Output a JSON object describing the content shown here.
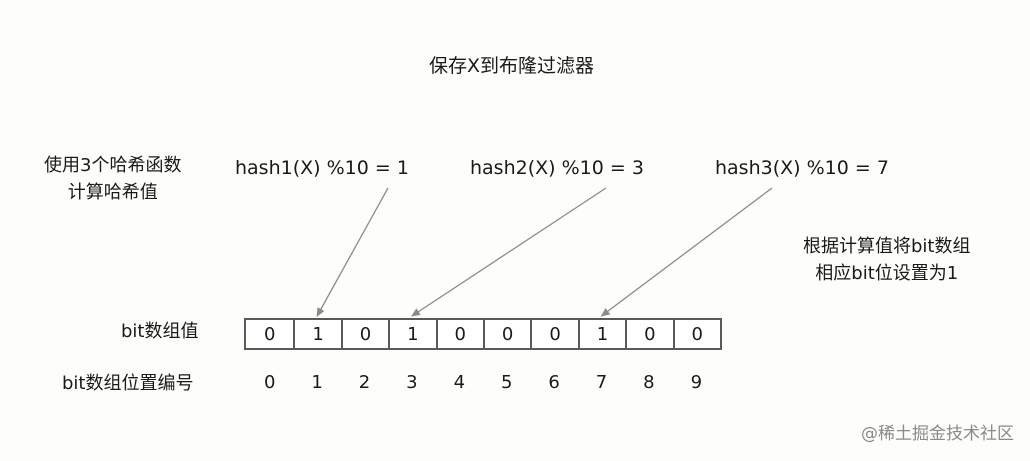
{
  "title": "保存X到布隆过滤器",
  "left_note": {
    "line1": "使用3个哈希函数",
    "line2": "计算哈希值"
  },
  "right_note": {
    "line1": "根据计算值将bit数组",
    "line2": "相应bit位设置为1"
  },
  "hash_functions": [
    {
      "label": "hash1(X) %10 = 1",
      "target_index": 1
    },
    {
      "label": "hash2(X) %10 = 3",
      "target_index": 3
    },
    {
      "label": "hash3(X) %10 = 7",
      "target_index": 7
    }
  ],
  "bit_array": {
    "label": "bit数组值",
    "values": [
      "0",
      "1",
      "0",
      "1",
      "0",
      "0",
      "0",
      "1",
      "0",
      "0"
    ]
  },
  "positions": {
    "label": "bit数组位置编号",
    "values": [
      "0",
      "1",
      "2",
      "3",
      "4",
      "5",
      "6",
      "7",
      "8",
      "9"
    ]
  },
  "watermark": "@稀土掘金技术社区",
  "colors": {
    "background": "#fdfdf9",
    "arrow": "#8a8a8a",
    "cell_border": "#5a5a5a"
  }
}
